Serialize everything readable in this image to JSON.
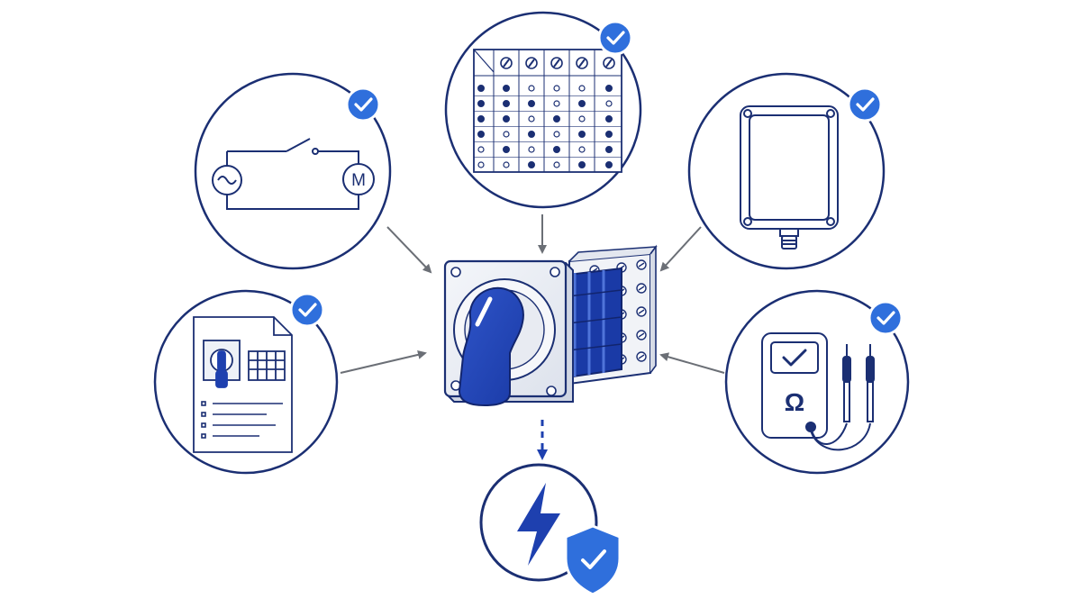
{
  "diagram": {
    "center": {
      "name": "rotary-cam-switch"
    },
    "nodes": [
      {
        "id": "wiring-schematic",
        "icon": "motor-circuit-icon",
        "motor_label": "M",
        "checked": true
      },
      {
        "id": "switching-program",
        "icon": "contact-table-icon",
        "checked": true
      },
      {
        "id": "enclosure",
        "icon": "enclosure-box-icon",
        "checked": true
      },
      {
        "id": "datasheet",
        "icon": "document-icon",
        "checked": true
      },
      {
        "id": "measurement",
        "icon": "multimeter-icon",
        "ohm_symbol": "Ω",
        "checked": true
      },
      {
        "id": "safe-power",
        "icon": "lightning-shield-icon",
        "checked": true
      }
    ]
  },
  "colors": {
    "navy": "#1b2f73",
    "blue": "#1e40af",
    "check": "#2f6fdc",
    "arrow": "#6b6f76",
    "ring": "#1b2f73"
  }
}
